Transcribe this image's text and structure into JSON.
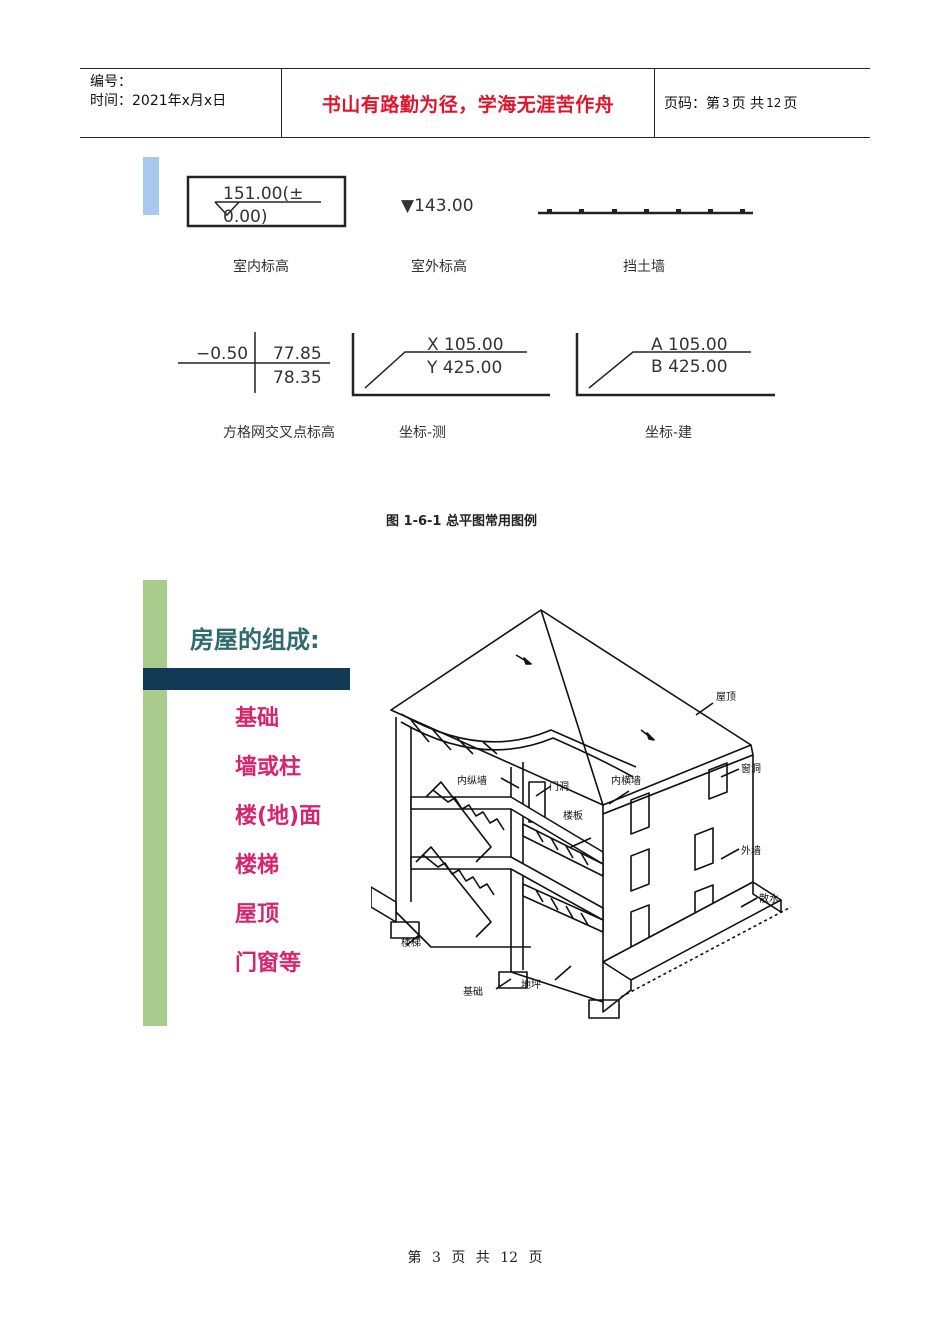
{
  "header": {
    "serial_label": "编号：",
    "time_label": "时间：2021年x月x日",
    "motto": "书山有路勤为径，学海无涯苦作舟",
    "page_prefix": "页码：第",
    "page_current": "3",
    "page_mid": "页  共",
    "page_total": "12",
    "page_suffix": "页"
  },
  "figure1": {
    "indoor_value": "151.00(±",
    "indoor_value2": "0.00)",
    "indoor_label": "室内标高",
    "outdoor_value": "▼143.00",
    "outdoor_label": "室外标高",
    "retaining_label": "挡土墙",
    "grid_left": "−0.50",
    "grid_top": "77.85",
    "grid_bottom": "78.35",
    "grid_label": "方格网交叉点标高",
    "coord_survey_x": "X  105.00",
    "coord_survey_y": "Y  425.00",
    "coord_survey_label": "坐标-测",
    "coord_build_a": "A  105.00",
    "coord_build_b": "B  425.00",
    "coord_build_label": "坐标-建",
    "caption": "图 1-6-1   总平图常用图例"
  },
  "slide": {
    "title": "房屋的组成:",
    "parts": [
      "基础",
      "墙或柱",
      "楼(地)面",
      "楼梯",
      "屋顶",
      "门窗等"
    ]
  },
  "house_labels": {
    "roof": "屋顶",
    "window": "窗洞",
    "inner_long_wall": "内纵墙",
    "door": "门洞",
    "inner_cross_wall": "内横墙",
    "floor_slab": "楼板",
    "outer_wall": "外墙",
    "apron": "散水",
    "stairs": "楼梯",
    "foundation": "基础",
    "ground_floor": "地坪"
  },
  "footer": {
    "prefix": "第",
    "current": "3",
    "mid1": "页",
    "mid2": "共",
    "total": "12",
    "suffix": "页"
  }
}
